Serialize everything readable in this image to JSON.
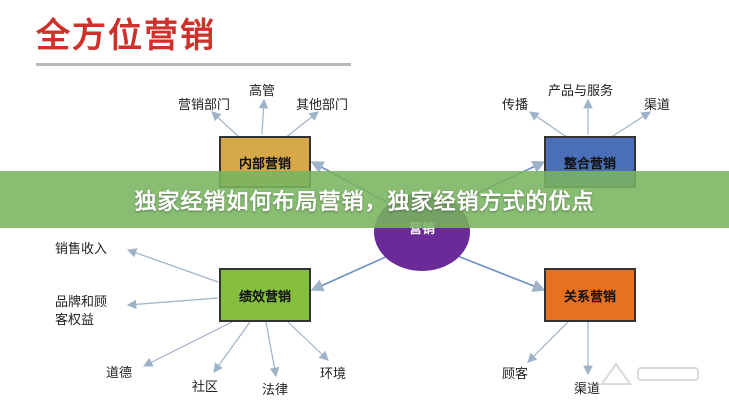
{
  "title": "全方位营销",
  "banner": "独家经销如何布局营销，独家经销方式的优点",
  "center": "营销",
  "boxes": {
    "internal": "内部营销",
    "integrated": "整合营销",
    "performance": "绩效营销",
    "relationship": "关系营销"
  },
  "labels": {
    "marketing_dept": "营销部门",
    "senior_mgmt": "高管",
    "other_depts": "其他部门",
    "communication": "传播",
    "products_services": "产品与服务",
    "channel_top": "渠道",
    "sales_revenue": "销售收入",
    "brand_customer_equity": "品牌和顾\n客权益",
    "ethics": "道德",
    "community": "社区",
    "law": "法律",
    "environment": "环境",
    "customers": "顾客",
    "channel_bottom": "渠道"
  },
  "colors": {
    "title": "#d0302a",
    "internal": "#d6a84a",
    "integrated": "#4a6fb8",
    "performance": "#86bf3e",
    "relationship": "#e8711f",
    "center": "#6a2a97",
    "line": "#9fb3c8"
  }
}
